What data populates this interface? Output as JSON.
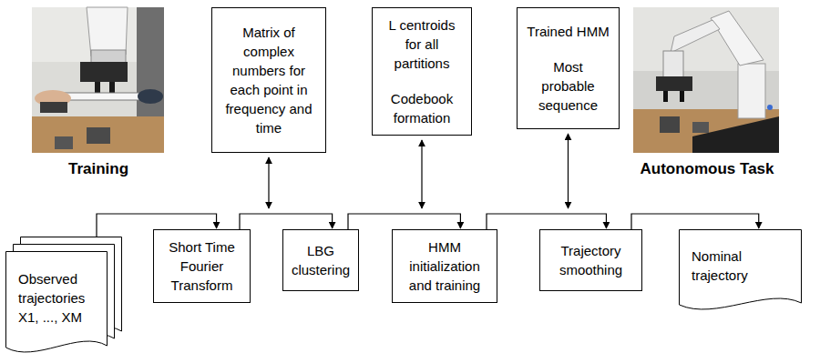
{
  "diagram": {
    "nodes": [
      {
        "text": [
          "Observed trajectories X1, ..., XM"
        ]
      },
      {
        "text": [
          "Short Time Fourier Transform"
        ]
      },
      {
        "text": [
          "LBG clustering"
        ]
      },
      {
        "text": [
          "HMM initialization and training"
        ]
      },
      {
        "text": [
          "Trajectory smoothing"
        ]
      },
      {
        "text": [
          "Nominal trajectory"
        ]
      },
      {
        "text": [
          "Matrix of complex numbers for each point in frequency and time"
        ]
      },
      {
        "text": [
          "L centroids for all partitions",
          "Codebook formation"
        ]
      },
      {
        "text": [
          "Trained HMM",
          "Most probable sequence"
        ]
      }
    ],
    "edges": [
      {
        "from": 0,
        "to": 1,
        "arrow": "to"
      },
      {
        "from": 1,
        "to": 2,
        "arrow": "to"
      },
      {
        "from": 2,
        "to": 3,
        "arrow": "to"
      },
      {
        "from": 3,
        "to": 4,
        "arrow": "to"
      },
      {
        "from": 4,
        "to": 5,
        "arrow": "to"
      }
    ],
    "labels": [
      "Training",
      "Autonomous Task"
    ]
  }
}
